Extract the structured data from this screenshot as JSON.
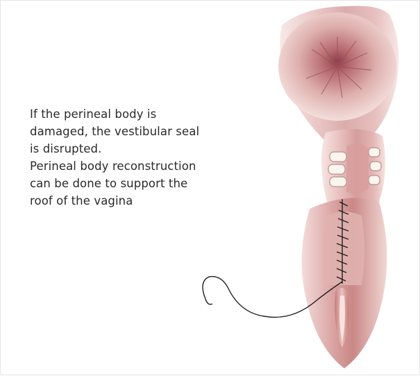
{
  "caption": {
    "lines": [
      "If the perineal body is",
      "damaged, the vestibular seal",
      "is disrupted.",
      "Perineal body reconstruction",
      "can be done to support the",
      "roof of the vagina"
    ]
  },
  "colors": {
    "background": "#ffffff",
    "text": "#2a2a2a",
    "tissue_light": "#f1d6d3",
    "tissue_mid": "#d9a3a0",
    "tissue_dark": "#b56f6f",
    "suture": "#222222"
  },
  "illustration": {
    "icon": "perineal-anatomy-illustration"
  }
}
